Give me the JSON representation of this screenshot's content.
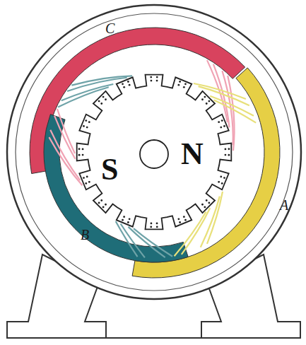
{
  "diagram": {
    "labels": [
      "C",
      "S",
      "N",
      "A",
      "B"
    ]
  }
}
